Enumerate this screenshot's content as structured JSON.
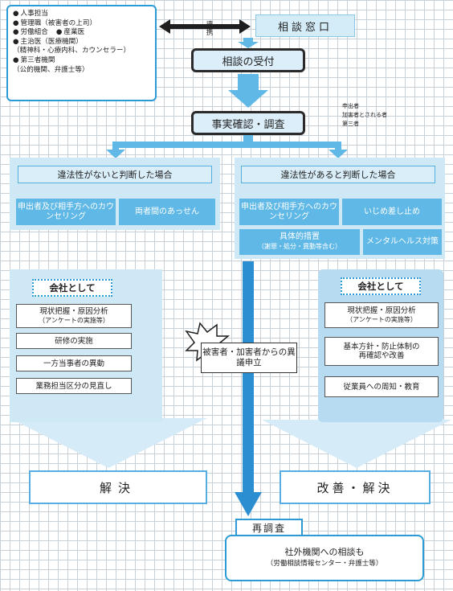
{
  "stakeholders": {
    "items": [
      "人事担当",
      "管理職（被害者の上司）",
      "労働組合",
      "産業医",
      "主治医（医療機関）",
      "（精神科・心療内科、カウンセラー）",
      "第三者機関",
      "（公的機関、弁護士等）"
    ]
  },
  "link_label": "連携",
  "consultation_window": "相談窓口",
  "reception": "相談の受付",
  "fact_check": "事実確認・調査",
  "interview_targets": [
    "申出者",
    "加害者とされる者",
    "第三者"
  ],
  "left_branch": {
    "verdict": "違法性がないと判断した場合",
    "cell_1": "申出者及び相手方へのカウンセリング",
    "cell_2": "両者間のあっせん",
    "company_title": "会社として",
    "measures": [
      {
        "main": "現状把握・原因分析",
        "sub": "（アンケートの実施等）"
      },
      {
        "main": "研修の実施",
        "sub": ""
      },
      {
        "main": "一方当事者の異動",
        "sub": ""
      },
      {
        "main": "業務担当区分の見直し",
        "sub": ""
      }
    ],
    "result": "解決"
  },
  "right_branch": {
    "verdict": "違法性があると判断した場合",
    "cell_1": "申出者及び相手方へのカウンセリング",
    "cell_2": "いじめ差し止め",
    "cell_3_main": "具体的措置",
    "cell_3_sub": "（謝罪・処分・異動等含む）",
    "cell_4": "メンタルヘルス対策",
    "company_title": "会社として",
    "measures": [
      {
        "main": "現状把握・原因分析",
        "sub": "（アンケートの実施等）"
      },
      {
        "main": "基本方針・防止体制の再確認や改善",
        "sub": ""
      },
      {
        "main": "従業員への周知・教育",
        "sub": ""
      }
    ],
    "result": "改善・解決"
  },
  "objection": "被害者・加害者からの異議申立",
  "reinvestigation": "再調査",
  "outside_consult": {
    "main": "社外機関への相談も",
    "sub": "（労働相談情報センター・弁護士等）"
  }
}
